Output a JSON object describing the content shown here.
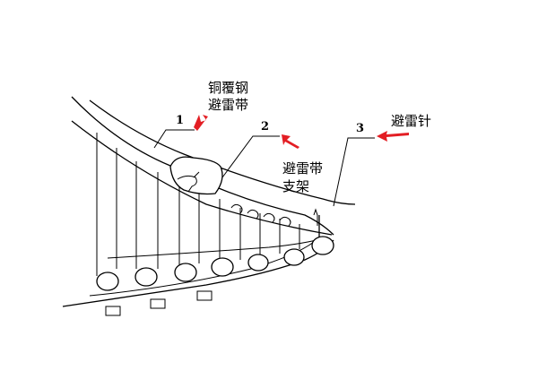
{
  "labels": {
    "copper_strip_line1": "铜覆钢",
    "copper_strip_line2": "避雷带",
    "support_line1": "避雷带",
    "support_line2": "支架",
    "lightning_rod": "避雷针"
  },
  "callouts": {
    "n1": "1",
    "n2": "2",
    "n3": "3"
  },
  "colors": {
    "arrow": "#e31e24",
    "line": "#000000"
  }
}
